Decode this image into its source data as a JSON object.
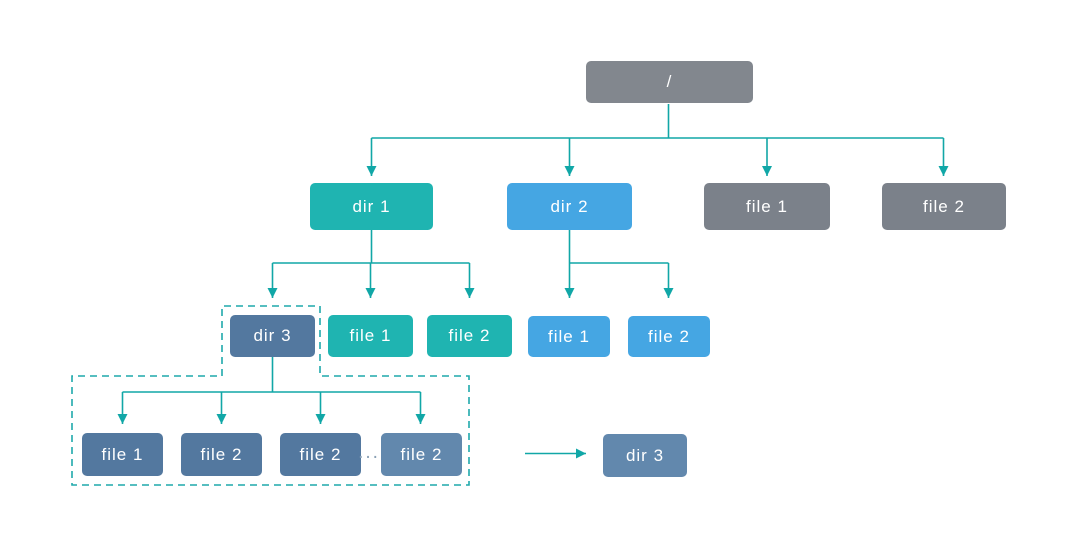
{
  "diagram": {
    "type": "filesystem-tree",
    "background": "#ffffff",
    "colors": {
      "directory_teal": "#1fb4b1",
      "directory_blue": "#45a6e3",
      "file_gray": "#7b818a",
      "steel_blue": "#53789f",
      "steel_blue_light": "#6288ad",
      "connector_teal": "#11a7a7",
      "dashed_outline_teal": "#1fa9ab",
      "ellipsis_gray": "#8aa0b5",
      "node_text": "#ffffff"
    },
    "nodes": {
      "root": {
        "label": "/",
        "fill": "#82878e"
      },
      "dir1": {
        "label": "dir 1",
        "fill": "#1fb4b1"
      },
      "dir2": {
        "label": "dir 2",
        "fill": "#45a6e3"
      },
      "file1_root": {
        "label": "file 1",
        "fill": "#7b818a"
      },
      "file2_root": {
        "label": "file 2",
        "fill": "#7b818a"
      },
      "dir3": {
        "label": "dir 3",
        "fill": "#53789f"
      },
      "file1_dir1": {
        "label": "file 1",
        "fill": "#1fb4b1"
      },
      "file2_dir1": {
        "label": "file 2",
        "fill": "#1fb4b1"
      },
      "file1_dir2": {
        "label": "file 1",
        "fill": "#45a6e3"
      },
      "file2_dir2": {
        "label": "file 2",
        "fill": "#45a6e3"
      },
      "file1_dir3": {
        "label": "file 1",
        "fill": "#53789f"
      },
      "file2a_dir3": {
        "label": "file 2",
        "fill": "#53789f"
      },
      "file2b_dir3": {
        "label": "file 2",
        "fill": "#53789f"
      },
      "file2c_dir3": {
        "label": "file 2",
        "fill": "#6288ad"
      },
      "dir3_ref": {
        "label": "dir 3",
        "fill": "#6288ad"
      }
    },
    "ellipsis": "...",
    "hierarchy": {
      "/": [
        "dir 1",
        "dir 2",
        "file 1",
        "file 2"
      ],
      "dir 1": [
        "dir 3",
        "file 1",
        "file 2"
      ],
      "dir 2": [
        "file 1",
        "file 2"
      ],
      "dir 3": [
        "file 1",
        "file 2",
        "file 2",
        "...",
        "file 2"
      ]
    }
  }
}
